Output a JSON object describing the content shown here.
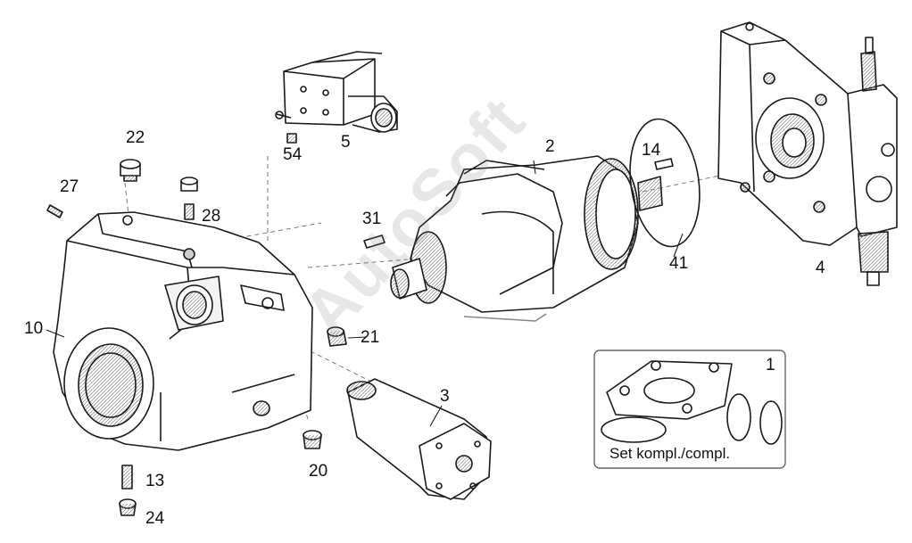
{
  "callouts": {
    "c1": "1",
    "c2": "2",
    "c3": "3",
    "c4": "4",
    "c5": "5",
    "c10": "10",
    "c13": "13",
    "c14": "14",
    "c20": "20",
    "c21": "21",
    "c22": "22",
    "c24": "24",
    "c27": "27",
    "c28": "28",
    "c31": "31",
    "c41": "41",
    "c54": "54"
  },
  "set_box": {
    "caption": "Set kompl./compl."
  },
  "watermark": "AutoSoft",
  "colors": {
    "line": "#1a1a1a",
    "shade": "#9a9a9a",
    "background": "#ffffff"
  }
}
